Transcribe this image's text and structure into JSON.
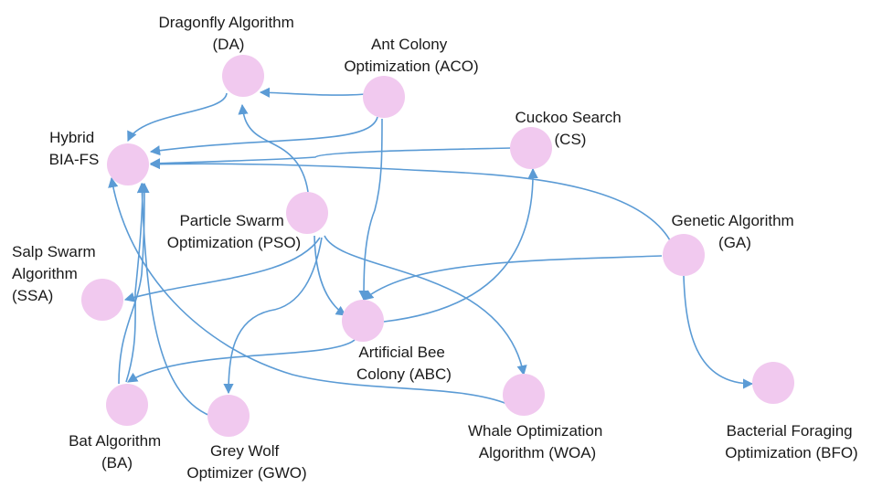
{
  "nodes": {
    "da": {
      "lines": [
        "Dragonfly Algorithm",
        "(DA)"
      ]
    },
    "aco": {
      "lines": [
        "Ant Colony",
        "Optimization (ACO)"
      ]
    },
    "cs": {
      "lines": [
        "Cuckoo Search",
        "(CS)"
      ]
    },
    "hybrid": {
      "lines": [
        "Hybrid",
        "BIA-FS"
      ]
    },
    "pso": {
      "lines": [
        "Particle Swarm",
        "Optimization (PSO)"
      ]
    },
    "ga": {
      "lines": [
        "Genetic Algorithm",
        "(GA)"
      ]
    },
    "ssa": {
      "lines": [
        "Salp Swarm",
        "Algorithm",
        "(SSA)"
      ]
    },
    "abc": {
      "lines": [
        "Artificial Bee",
        "Colony (ABC)"
      ]
    },
    "ba": {
      "lines": [
        "Bat Algorithm",
        "(BA)"
      ]
    },
    "gwo": {
      "lines": [
        "Grey Wolf",
        "Optimizer (GWO)"
      ]
    },
    "woa": {
      "lines": [
        "Whale Optimization",
        "Algorithm (WOA)"
      ]
    },
    "bfo": {
      "lines": [
        "Bacterial Foraging",
        "Optimization (BFO)"
      ]
    }
  },
  "colors": {
    "node_fill": "#f1c9ef",
    "edge": "#5b9bd5"
  }
}
